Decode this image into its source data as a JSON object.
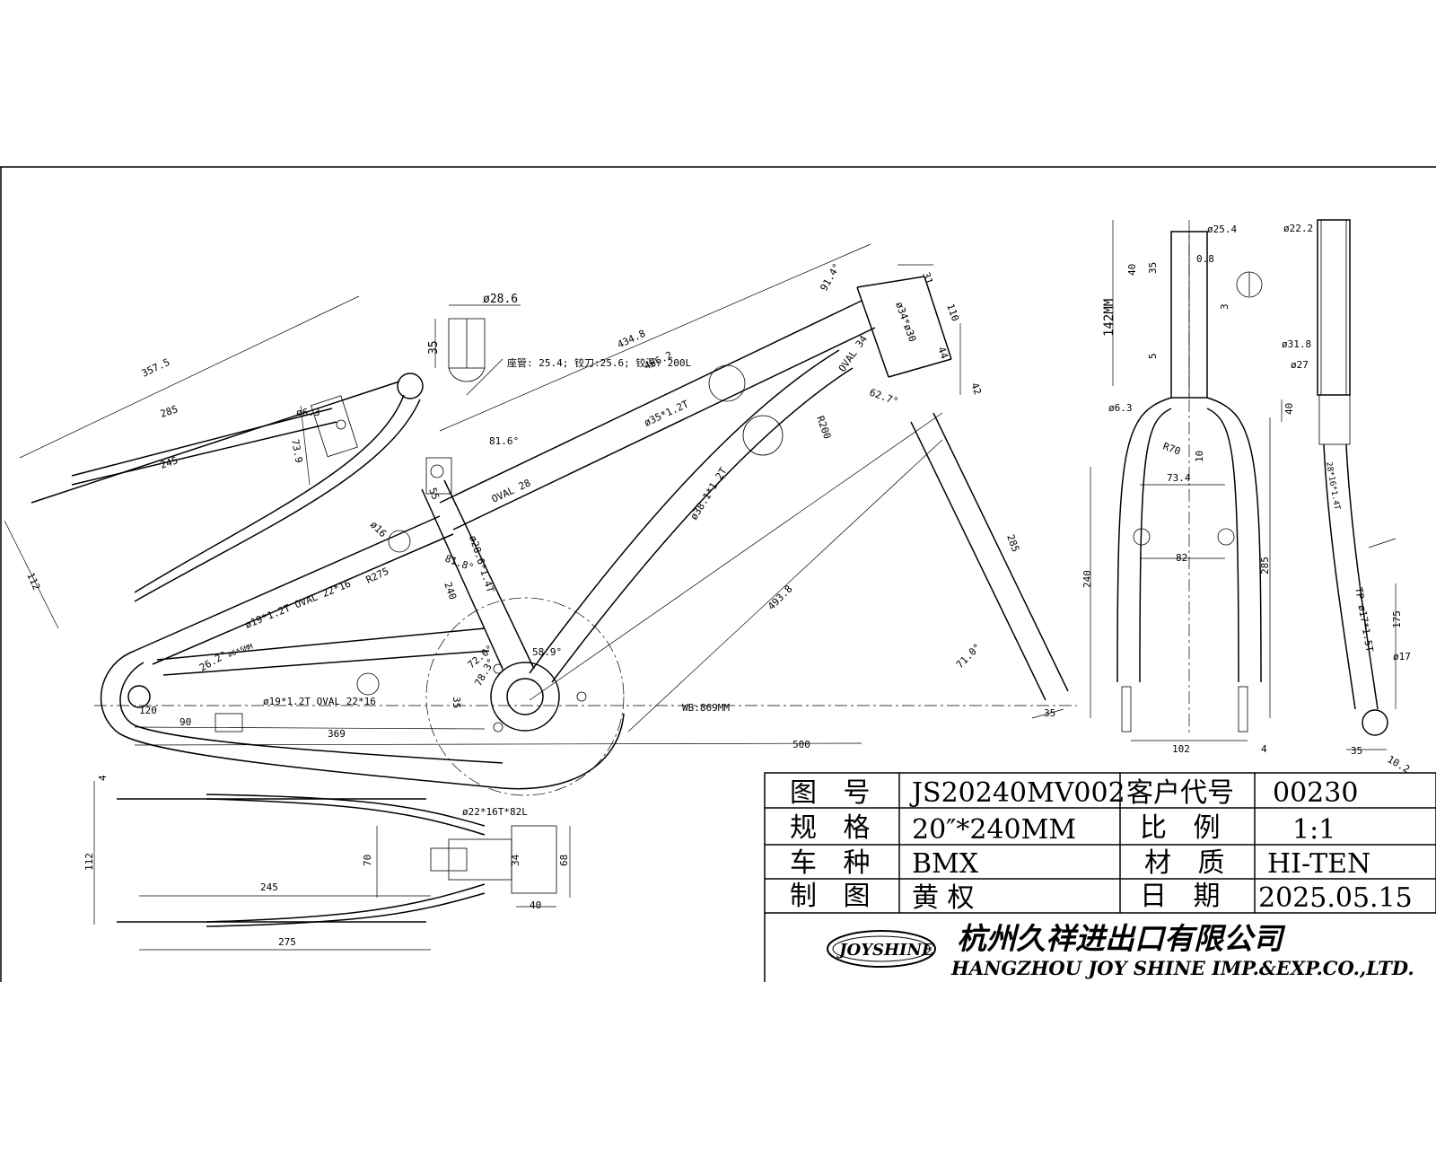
{
  "title_block": {
    "rows": [
      {
        "label1": "图 号",
        "value1": "JS20240MV002",
        "label2": "客户代号",
        "value2": "00230"
      },
      {
        "label1": "规 格",
        "value1": "20″*240MM",
        "label2": "比 例",
        "value2": "1:1"
      },
      {
        "label1": "车 种",
        "value1": "BMX",
        "label2": "材 质",
        "value2": "HI-TEN"
      },
      {
        "label1": "制 图",
        "value1": "黄 权",
        "label2": "日 期",
        "value2": "2025.05.15"
      }
    ]
  },
  "company": {
    "logo_text": "JOYSHINE",
    "name_cn": "杭州久祥进出口有限公司",
    "name_en": "HANGZHOU JOY SHINE IMP.&EXP.CO.,LTD."
  },
  "frame_dims": {
    "d357": "357.5",
    "d285a": "285",
    "d245a": "245",
    "d112a": "112",
    "d739": "73.9",
    "d63": "ø6.3",
    "d4348": "434.8",
    "d4562": "456.2",
    "d914": "91.4°",
    "d35x12": "ø35*1.2T",
    "d381": "ø38.1*1.2T",
    "d31": "31",
    "d110": "110",
    "d34": "ø34*ø30",
    "d44": "44",
    "doval34": "OVAL 34",
    "d627": "62.7°",
    "d42": "42",
    "dR200": "R200",
    "d285b": "285",
    "d4938": "493.8",
    "d710": "71.0°",
    "d35b": "35",
    "dwb": "WB:869MM",
    "d500": "500",
    "d369": "369",
    "d90": "90",
    "d120": "120",
    "d262": "26.2°",
    "d816": "81.6°",
    "doval28": "OVAL 28",
    "d55": "55",
    "d818": "81.8°",
    "d286": "ø28.6*1.4T",
    "d240b": "240",
    "dR275": "R275",
    "d16": "ø16",
    "doval22a": "ø19*1.2T OVAL 22*16",
    "doval22b": "ø19*1.2T OVAL 22*16",
    "d6hole": "ø6*5MM",
    "d35c": "35",
    "d589": "58.9°",
    "d720": "72.0°",
    "d783": "78.3°",
    "d286top": "ø28.6",
    "d35top": "35",
    "seatnote": "座管: 25.4; 铰刀:25.6; 铰深: 200L"
  },
  "stay_dims": {
    "d4": "4",
    "d112": "112",
    "d70": "70",
    "d34": "34",
    "d68": "68",
    "d245": "245",
    "d275": "275",
    "d40": "40",
    "tube": "ø22*16T*82L"
  },
  "fork_dims": {
    "d254": "ø25.4",
    "d08": "0.8",
    "d3": "3",
    "d40": "40",
    "d35": "35",
    "d142": "142MM",
    "d5": "5",
    "d63": "ø6.3",
    "dR70": "R70",
    "d10": "10",
    "d734": "73.4",
    "d82": "82",
    "d240": "240",
    "d285": "285",
    "d102": "102",
    "d4": "4",
    "s222": "ø22.2",
    "s318": "ø31.8",
    "s27": "ø27",
    "s40": "40",
    "s2816": "28*16*1.4T",
    "s17": "TP ø17*1.5T",
    "s175": "175",
    "s017": "ø17",
    "s35": "35",
    "s102": "10.2"
  }
}
